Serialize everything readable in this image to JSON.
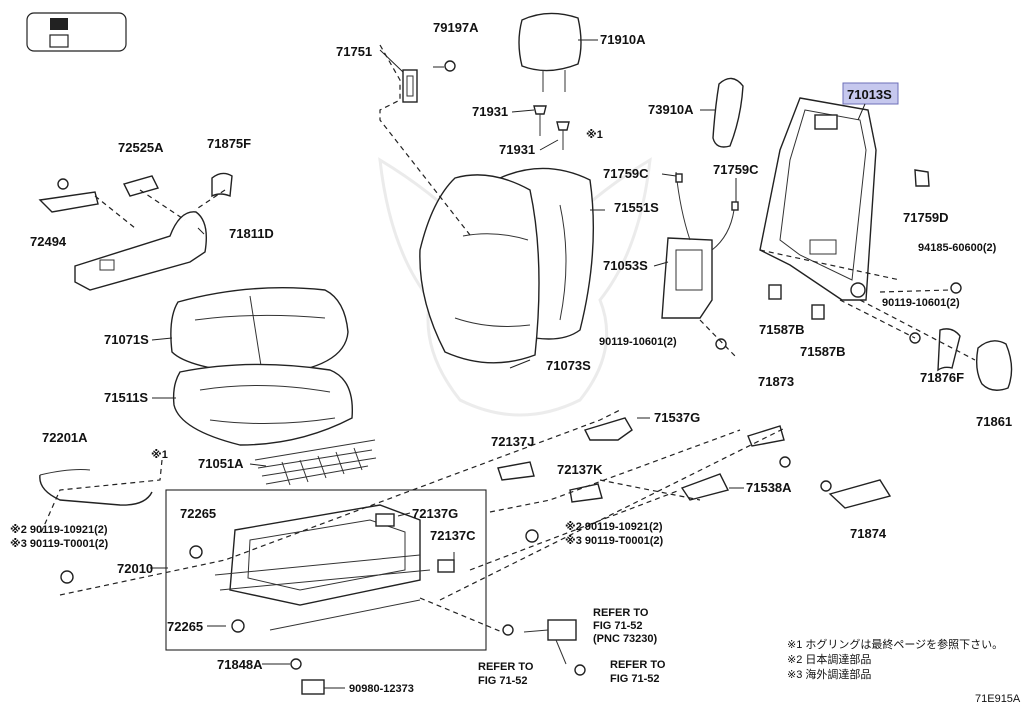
{
  "diagram": {
    "figure_code": "71E915A",
    "highlight_color": "#c6c8ee",
    "labels": {
      "p79197A": "79197A",
      "p71751": "71751",
      "p71910A": "71910A",
      "p72525A": "72525A",
      "p71875F": "71875F",
      "p72494": "72494",
      "p71811D": "71811D",
      "p71931a": "71931",
      "p71931b": "71931",
      "star1a": "※1",
      "p73910A": "73910A",
      "p71013S": "71013S",
      "p71759Ca": "71759C",
      "p71759Cb": "71759C",
      "p71551S": "71551S",
      "p71759D": "71759D",
      "p94185": "94185-60600(2)",
      "p71053S": "71053S",
      "p90119_10601b": "90119-10601(2)",
      "p71587Ba": "71587B",
      "p71587Bb": "71587B",
      "p71071S": "71071S",
      "p90119_10601a": "90119-10601(2)",
      "p71876F": "71876F",
      "p71073S": "71073S",
      "p71511S": "71511S",
      "p71873": "71873",
      "p71861": "71861",
      "p71537G": "71537G",
      "p72201A": "72201A",
      "p72137J": "72137J",
      "star1b": "※1",
      "p71051A": "71051A",
      "p72137K": "72137K",
      "p71538A": "71538A",
      "p71874": "71874",
      "n2a": "※2 90119-10921(2)",
      "n3a": "※3 90119-T0001(2)",
      "p72265a": "72265",
      "p72137G": "72137G",
      "p72137C": "72137C",
      "n2b": "※2 90119-10921(2)",
      "n3b": "※3 90119-T0001(2)",
      "p72010": "72010",
      "p72265b": "72265",
      "p71848A": "71848A",
      "p90980": "90980-12373",
      "ref1_1": "REFER TO",
      "ref1_2": "FIG 71-52",
      "ref1_3": "(PNC 73230)",
      "ref2_1": "REFER TO",
      "ref2_2": "FIG 71-52",
      "ref3_1": "REFER TO",
      "ref3_2": "FIG 71-52",
      "fn1": "※1 ホグリングは最終ページを参照下さい。",
      "fn2": "※2 日本調達部品",
      "fn3": "※3 海外調達部品"
    }
  }
}
